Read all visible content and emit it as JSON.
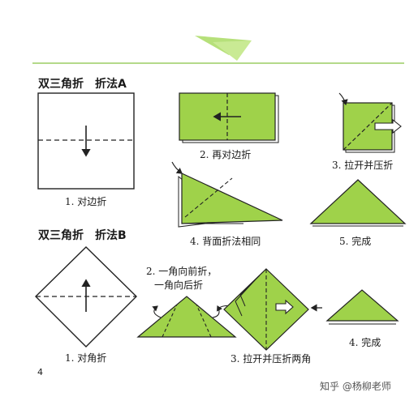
{
  "colors": {
    "paper": "#9fd24a",
    "paper_dark": "#7fb536",
    "line": "#222222",
    "header_line": "#b4d98a",
    "plane": "#b6e07a"
  },
  "icons": {
    "header": "paper-airplane-icon"
  },
  "method_a": {
    "title": "双三角折　折法A",
    "steps": [
      {
        "caption": "1. 对边折"
      },
      {
        "caption": "2. 再对边折"
      },
      {
        "caption": "3. 拉开并压折"
      },
      {
        "caption": "4. 背面折法相同"
      },
      {
        "caption": "5. 完成"
      }
    ]
  },
  "method_b": {
    "title": "双三角折　折法B",
    "steps": [
      {
        "caption": "1. 对角折"
      },
      {
        "caption_line1": "2. 一角向前折，",
        "caption_line2": "一角向后折"
      },
      {
        "caption": "3. 拉开并压折两角"
      },
      {
        "caption": "4. 完成"
      }
    ]
  },
  "page_number": "4",
  "watermark": "知乎 @杨柳老师"
}
